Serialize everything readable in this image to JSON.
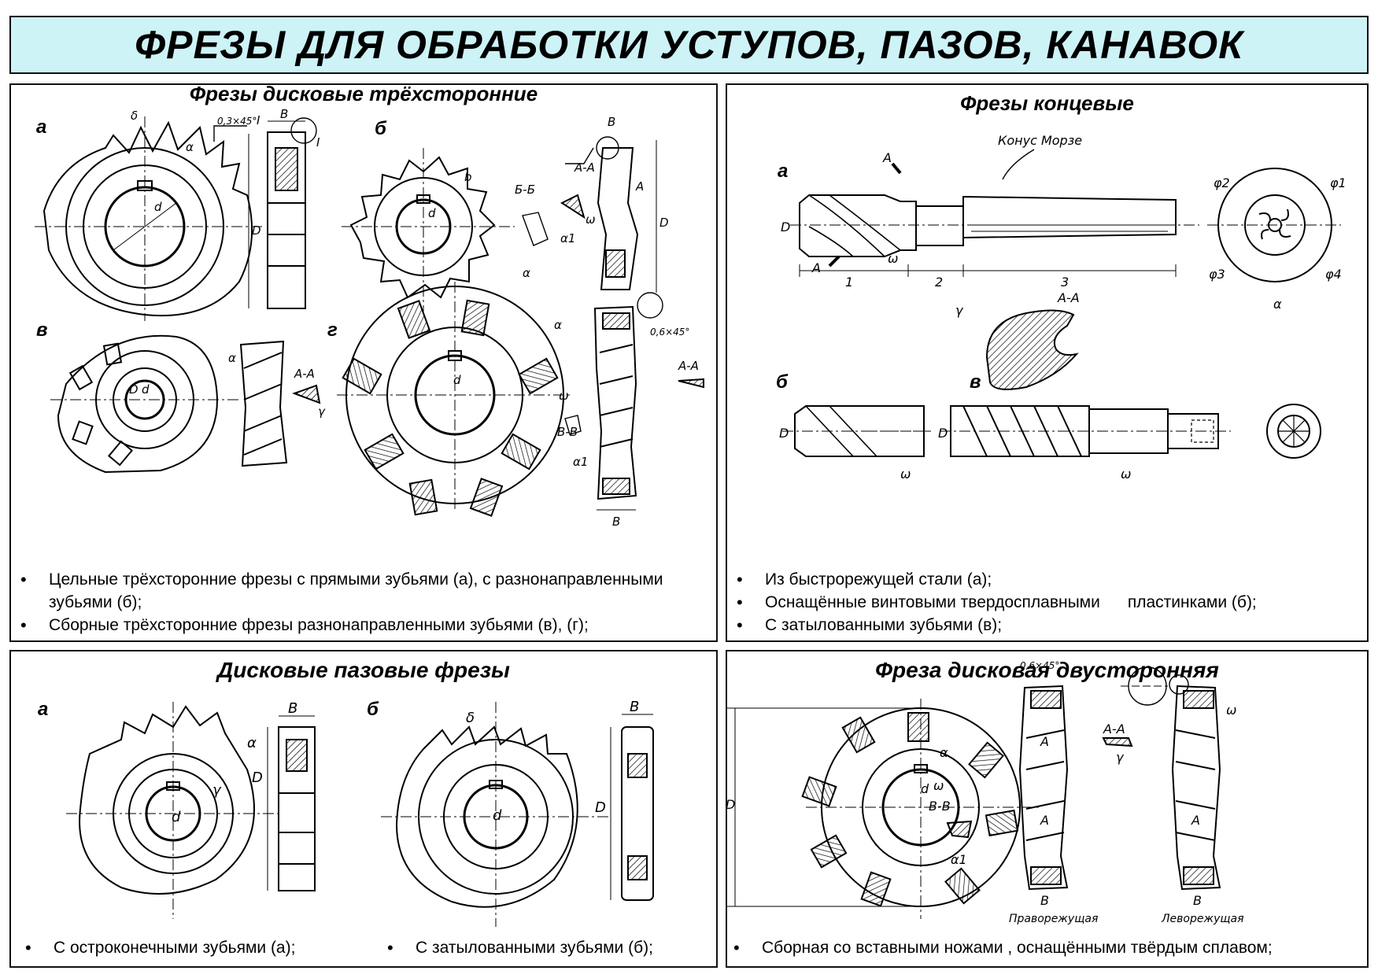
{
  "title": "ФРЕЗЫ ДЛЯ ОБРАБОТКИ УСТУПОВ, ПАЗОВ, КАНАВОК",
  "panels": {
    "three_sided": {
      "heading": "Фрезы дисковые трёхсторонние",
      "figures": [
        "а",
        "б",
        "в",
        "г"
      ],
      "bullets": [
        "Цельные трёхсторонние фрезы с прямыми зубьями (а), с разнонаправленными зубьями (б);",
        "Сборные трёхсторонние фрезы разнонаправленными зубьями (в), (г);"
      ],
      "labels": {
        "d": "d",
        "D": "D",
        "B": "B",
        "alpha": "α",
        "gamma": "γ",
        "delta": "δ",
        "chamfer": "0,3×45°",
        "chamfer2": "0,6×45°",
        "I": "I",
        "AA": "А-А",
        "BB": "Б-Б",
        "VV": "В-В",
        "omega": "ω",
        "alpha1": "α1",
        "A": "А",
        "b": "b"
      }
    },
    "end_mills": {
      "heading": "Фрезы концевые",
      "figures": [
        "а",
        "б",
        "в"
      ],
      "bullets": [
        "Из быстрорежущей стали (а);",
        "Оснащённые винтовыми твердосплавными      пластинками (б);",
        "С затылованными зубьями (в);"
      ],
      "labels": {
        "morse": "Конус Морзе",
        "A": "А",
        "AA": "А-А",
        "D": "D",
        "omega": "ω",
        "gamma": "γ",
        "alpha": "α",
        "n1": "1",
        "n2": "2",
        "n3": "3",
        "phi1": "φ1",
        "phi2": "φ2",
        "phi3": "φ3",
        "phi4": "φ4"
      }
    },
    "slot": {
      "heading": "Дисковые пазовые фрезы",
      "figures": [
        "а",
        "б"
      ],
      "bullets": [
        "С остроконечными зубьями (а);",
        "С затылованными зубьями (б);"
      ],
      "labels": {
        "d": "d",
        "D": "D",
        "B": "B",
        "alpha": "α",
        "gamma": "γ",
        "delta": "δ"
      }
    },
    "two_sided": {
      "heading": "Фреза дисковая двусторонняя",
      "bullets": [
        "Сборная со вставными ножами , оснащёнными твёрдым сплавом;"
      ],
      "labels": {
        "chamfer": "0,6×45°",
        "d": "d",
        "D": "D",
        "B": "B",
        "AA": "А-А",
        "VV": "В-В",
        "omega": "ω",
        "alpha": "α",
        "alpha1": "α1",
        "gamma": "γ",
        "A": "А",
        "right": "Праворежущая",
        "left": "Леворежущая"
      }
    }
  }
}
